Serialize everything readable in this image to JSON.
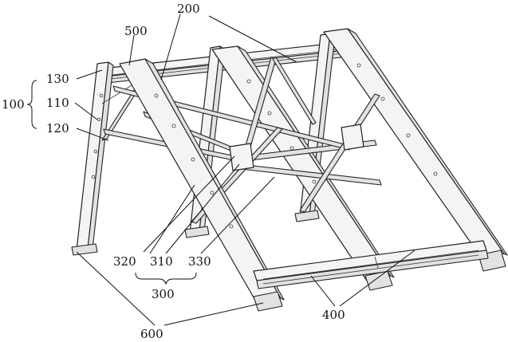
{
  "labels": {
    "l200": "200",
    "l500": "500",
    "l130": "130",
    "l100": "100",
    "l110": "110",
    "l120": "120",
    "l320": "320",
    "l310": "310",
    "l330": "330",
    "l300": "300",
    "l400": "400",
    "l600": "600"
  }
}
